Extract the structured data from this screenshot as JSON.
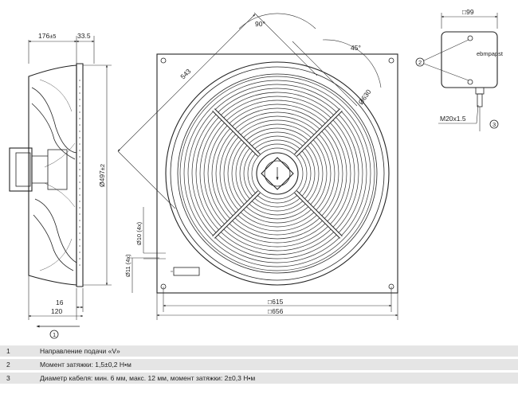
{
  "side_view": {
    "dim_depth": "176",
    "dim_depth_tol": "±5",
    "dim_front": "33.5",
    "dim_diameter": "Ø497",
    "dim_diameter_tol": "±2",
    "dim_flange": "16",
    "dim_base": "120",
    "callout_1": "1"
  },
  "front_view": {
    "dim_diagonal": "543",
    "angle_90": "90°",
    "angle_45": "45°",
    "dim_circle": "Ø630",
    "dim_hole_10": "Ø10 (4x)",
    "dim_hole_11": "Ø11 (4x)",
    "dim_615": "□615",
    "dim_656": "□656"
  },
  "terminal_box": {
    "dim_width": "□99",
    "callout_2": "2",
    "callout_3": "3",
    "thread": "M20x1.5",
    "brand": "ebmpapst"
  },
  "legend": [
    {
      "num": "1",
      "text": "Направление подачи «V»"
    },
    {
      "num": "2",
      "text": "Момент затяжки: 1,5±0,2 Н•м"
    },
    {
      "num": "3",
      "text": "Диаметр кабеля: мин. 6 мм, макс. 12 мм, момент затяжки: 2±0,3 Н•м"
    }
  ]
}
